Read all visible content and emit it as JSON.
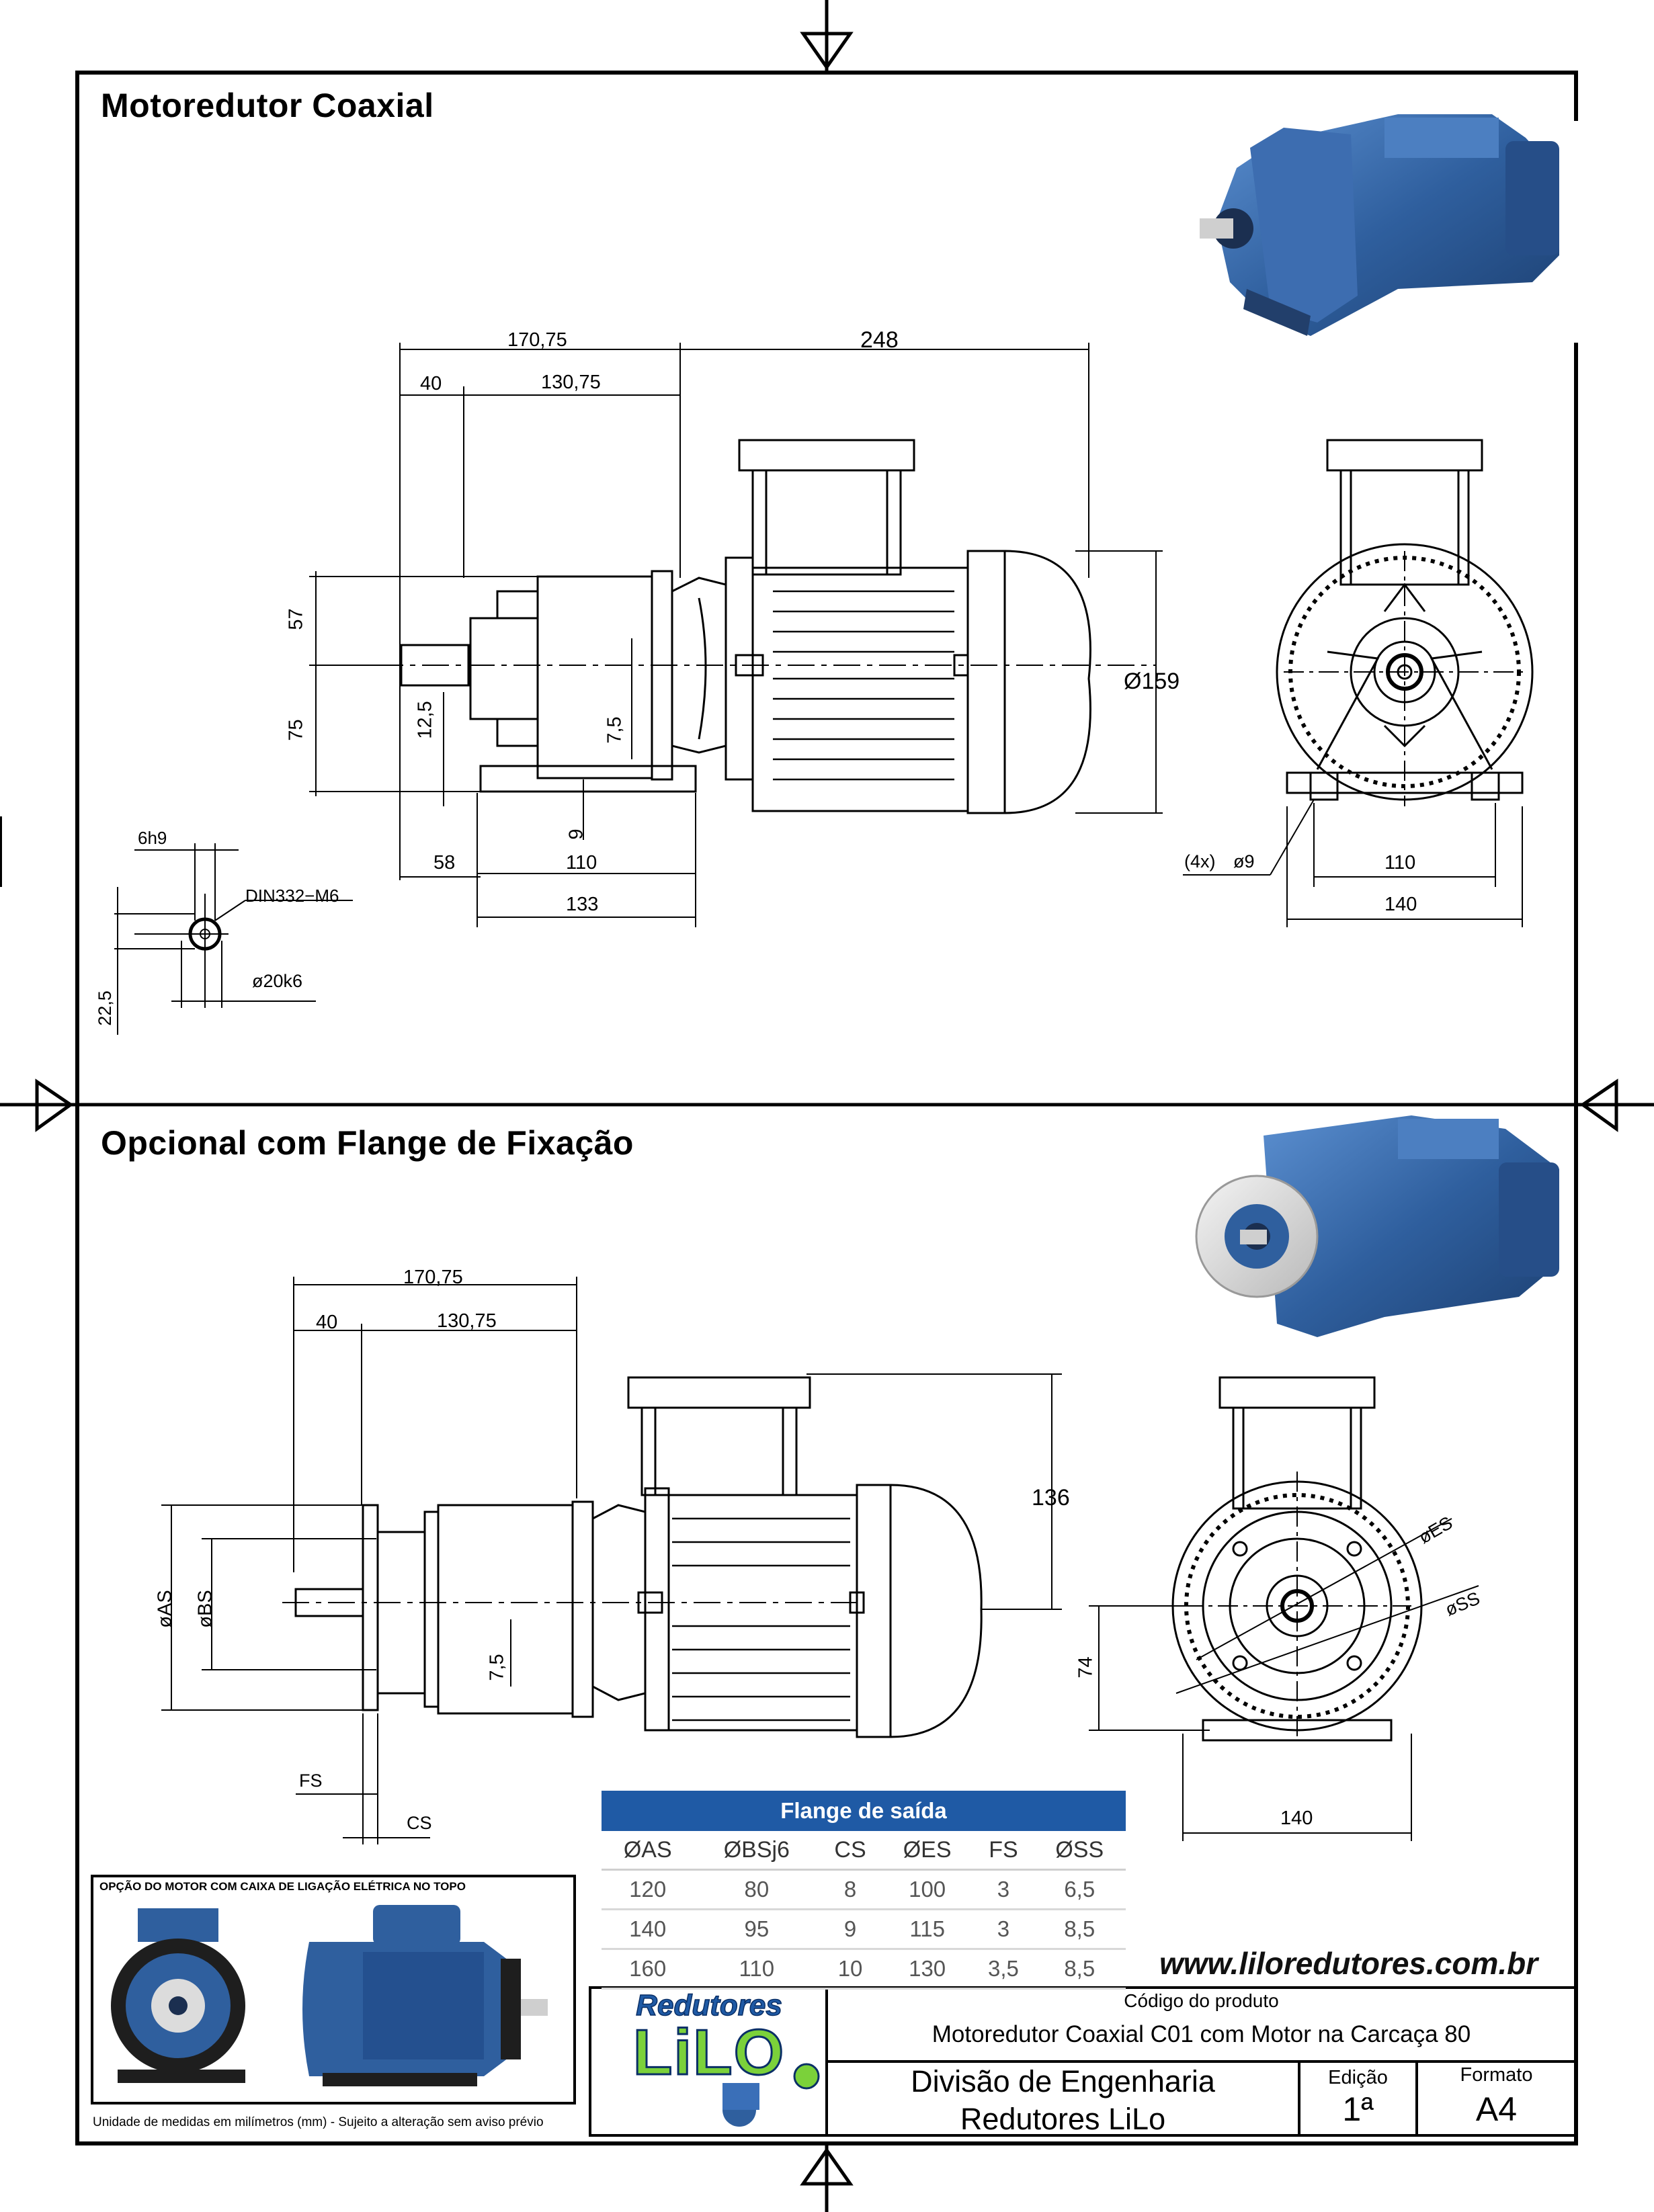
{
  "sections": {
    "top_title": "Motoredutor Coaxial",
    "bottom_title": "Opcional com Flange de Fixação"
  },
  "dims_top": {
    "d1": "170,75",
    "d2": "248",
    "d3": "40",
    "d4": "130,75",
    "d5": "57",
    "d6": "75",
    "d7": "12,5",
    "d8": "7,5",
    "d9": "9",
    "d10": "58",
    "d11": "110",
    "d12": "133",
    "d13": "Ø159",
    "d14": "(4x)",
    "d15": "ø9",
    "d16": "110",
    "d17": "140",
    "d18": "6h9",
    "d19": "DIN332−M6",
    "d20": "22,5",
    "d21": "ø20k6"
  },
  "dims_bottom": {
    "d1": "170,75",
    "d2": "40",
    "d3": "130,75",
    "d4": "136",
    "d5": "øAS",
    "d6": "øBS",
    "d7": "7,5",
    "d8": "FS",
    "d9": "CS",
    "d10": "74",
    "d11": "140",
    "d12": "øES",
    "d13": "øSS"
  },
  "table": {
    "caption": "Flange de saída",
    "headers": [
      "ØAS",
      "ØBSj6",
      "CS",
      "ØES",
      "FS",
      "ØSS"
    ],
    "rows": [
      [
        "120",
        "80",
        "8",
        "100",
        "3",
        "6,5"
      ],
      [
        "140",
        "95",
        "9",
        "115",
        "3",
        "8,5"
      ],
      [
        "160",
        "110",
        "10",
        "130",
        "3,5",
        "8,5"
      ]
    ]
  },
  "option_box": {
    "title": "OPÇÃO DO MOTOR COM CAIXA DE LIGAÇÃO ELÉTRICA NO TOPO",
    "footnote": "Unidade de medidas em milímetros (mm) - Sujeito a alteração sem aviso prévio"
  },
  "website": "www.liloredutores.com.br",
  "title_block": {
    "logo_top": "Redutores",
    "logo_main": "LiLO",
    "code_label": "Código do produto",
    "product": "Motoredutor Coaxial C01 com Motor na Carcaça 80",
    "division_line1": "Divisão de Engenharia",
    "division_line2": "Redutores LiLo",
    "edition_label": "Edição",
    "edition_value": "1ª",
    "format_label": "Formato",
    "format_value": "A4"
  },
  "colors": {
    "motor_blue": "#2f5f9e",
    "table_header": "#1f5aa5",
    "logo_green": "#7bd13a"
  }
}
